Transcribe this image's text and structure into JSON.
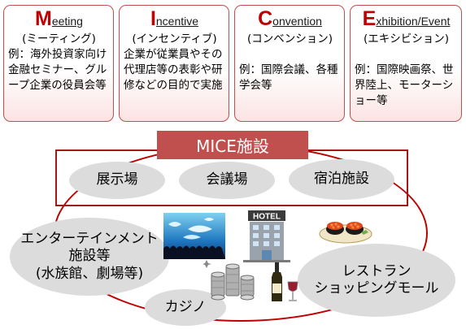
{
  "cards": [
    {
      "initial": "M",
      "rest": "eeting",
      "sub": "(ミーティング)",
      "desc": "例：海外投資家向け金融セミナー、グループ企業の役員会等"
    },
    {
      "initial": "I",
      "rest": "ncentive",
      "sub": "(インセンティブ)",
      "desc": "企業が従業員やその代理店等の表彰や研修などの目的で実施"
    },
    {
      "initial": "C",
      "rest": "onvention",
      "sub": "(コンベンション)",
      "desc": "例：国際会議、各種学会等"
    },
    {
      "initial": "E",
      "rest": "xhibition/Event",
      "sub": "(エキシビション)",
      "desc": "例：国際映画祭、世界陸上、モーターショー等"
    }
  ],
  "mice": {
    "label": "MICE施設",
    "facilities": [
      "展示場",
      "会議場",
      "宿泊施設"
    ]
  },
  "others": {
    "entertainment": [
      "エンターテインメント",
      "施設等",
      "(水族館、劇場等)"
    ],
    "casino": "カジノ",
    "restaurant": [
      "レストラン",
      "ショッピングモール"
    ]
  },
  "illustrations": {
    "hotel_sign": "HOTEL",
    "icons": [
      "aquarium-icon",
      "hotel-building-icon",
      "sushi-icon",
      "casino-chips-icon",
      "wine-icon"
    ]
  },
  "colors": {
    "accent": "#c00000",
    "card_border": "#c0504d",
    "label_bg": "#c0504d",
    "oval_fill": "#dcdcdc"
  }
}
